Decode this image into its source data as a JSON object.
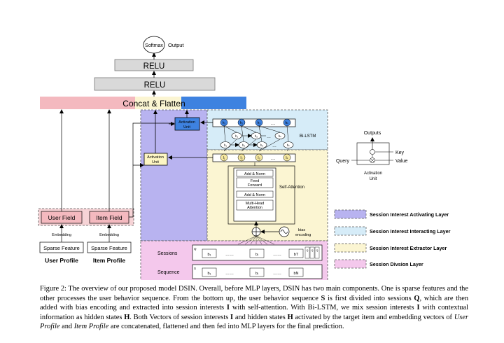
{
  "figure": {
    "softmax": "Softmax",
    "output": "Output",
    "relu_top": "RELU",
    "relu_bottom": "RELU",
    "concat": "Concat & Flatten",
    "activation_unit_top": [
      "Activation",
      "Unit"
    ],
    "activation_unit_left": [
      "Activation",
      "Unit"
    ],
    "bilstm": "Bi-LSTM",
    "h_labels": [
      "h₁",
      "h₂",
      "h₃",
      "…",
      "hₖ"
    ],
    "hb_labels": [
      "h₁",
      "h₂",
      "h₃",
      "…",
      "hₖ"
    ],
    "hs_labels": [
      "h₁",
      "h₂",
      "h₃",
      "…",
      "hₖ"
    ],
    "i_labels": [
      "I₁",
      "I₂",
      "I₃",
      "…",
      "Iₖ"
    ],
    "add_norm_top": "Add & Norm",
    "feed_forward": [
      "Feed",
      "Forward"
    ],
    "add_norm_bottom": "Add & Norm",
    "multi_head": [
      "Multi-Head",
      "Attention"
    ],
    "self_attention": "Self-Attention",
    "bias_encoding": [
      "bias",
      "encoding"
    ],
    "user_field": "User Field",
    "item_field": "Item Field",
    "embedding": "Embedding",
    "sparse_feature": "Sparse Feature",
    "user_profile": "User Profile",
    "item_profile": "Item Profile",
    "sessions_label": "Sessions",
    "sequence_label": "Sequence",
    "q_sub": "Q",
    "s_sub": "S",
    "sessions_cells": [
      "b₁",
      "……",
      "bᵢ",
      "……",
      "bT"
    ],
    "sessions_tail": [
      "Q",
      "Q",
      "Q"
    ],
    "sequence_cells": [
      "b₁",
      "……",
      "bᵢ",
      "……",
      "bN"
    ],
    "unit_inset": {
      "outputs": "Outputs",
      "key": "Key",
      "value": "Value",
      "query": "Query",
      "title": [
        "Activation",
        "Unit"
      ]
    },
    "legend": [
      {
        "label": "Session Interest Activating Layer",
        "color": "#b8b3f0"
      },
      {
        "label": "Session Interest Interacting Layer",
        "color": "#d6ecf8"
      },
      {
        "label": "Session Interest Extractor Layer",
        "color": "#fbf5d2"
      },
      {
        "label": "Session Divsion Layer",
        "color": "#f4c8ec"
      }
    ],
    "colors": {
      "pink_bar": "#f4b9bf",
      "yellow_bar": "#fbf5d2",
      "blue_bar": "#3e82e0",
      "relu": "#d9d9d9"
    }
  },
  "caption": {
    "parts": [
      {
        "t": "Figure 2: The overview of our proposed model DSIN. Overall, before MLP layers, DSIN has two main components. One is sparse features and the other processes the user behavior sequence. From the bottom up, the user behavior sequence ",
        "s": "n"
      },
      {
        "t": "S",
        "s": "b"
      },
      {
        "t": " is first divided into sessions ",
        "s": "n"
      },
      {
        "t": "Q",
        "s": "b"
      },
      {
        "t": ", which are then added with bias encoding and extracted into session interests ",
        "s": "n"
      },
      {
        "t": "I",
        "s": "b"
      },
      {
        "t": " with self-attention. With Bi-LSTM, we mix session interests ",
        "s": "n"
      },
      {
        "t": "I",
        "s": "b"
      },
      {
        "t": " with contextual information as hidden states ",
        "s": "n"
      },
      {
        "t": "H",
        "s": "b"
      },
      {
        "t": ". Both Vectors of session interests ",
        "s": "n"
      },
      {
        "t": "I",
        "s": "b"
      },
      {
        "t": " and hidden states ",
        "s": "n"
      },
      {
        "t": "H",
        "s": "b"
      },
      {
        "t": " activated by the target item and embedding vectors of ",
        "s": "n"
      },
      {
        "t": "User Profile",
        "s": "i"
      },
      {
        "t": " and ",
        "s": "n"
      },
      {
        "t": "Item Profile",
        "s": "i"
      },
      {
        "t": " are concatenated, flattened and then fed into MLP layers for the final prediction.",
        "s": "n"
      }
    ]
  }
}
